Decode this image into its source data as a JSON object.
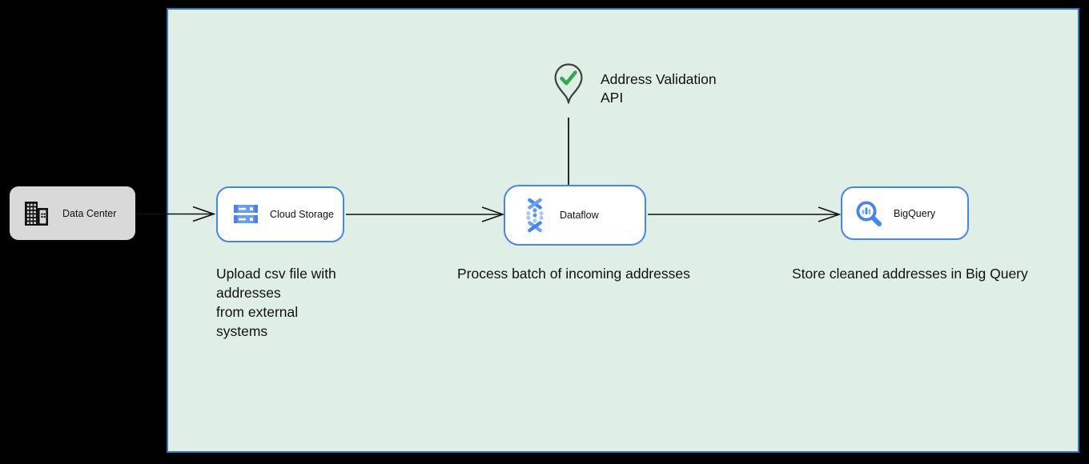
{
  "boundary": {
    "background": "#e0efe6",
    "border_color": "#3374bb"
  },
  "nodes": {
    "data_center": {
      "label": "Data Center",
      "icon": "building-icon",
      "background": "#d9d9d9"
    },
    "cloud_storage": {
      "label": "Cloud Storage",
      "icon": "cloud-storage-icon",
      "border_color": "#4285f4"
    },
    "dataflow": {
      "label": "Dataflow",
      "icon": "dataflow-icon",
      "border_color": "#4285f4"
    },
    "bigquery": {
      "label": "BigQuery",
      "icon": "bigquery-icon",
      "border_color": "#4285f4"
    }
  },
  "api_marker": {
    "label": "Address Validation\nAPI",
    "icon": "map-pin-check-icon",
    "check_color": "#34a853",
    "outline_color": "#3c4043"
  },
  "captions": {
    "upload": "Upload csv file with\naddresses\nfrom external\nsystems",
    "process": "Process batch of incoming addresses",
    "store": "Store cleaned addresses in Big Query"
  },
  "connections": [
    {
      "from": "data_center",
      "to": "cloud_storage",
      "arrowhead": true
    },
    {
      "from": "cloud_storage",
      "to": "dataflow",
      "arrowhead": true
    },
    {
      "from": "dataflow",
      "to": "bigquery",
      "arrowhead": true
    },
    {
      "from": "api_marker",
      "to": "dataflow",
      "arrowhead": false
    }
  ],
  "colors": {
    "google_blue": "#4285f4",
    "google_blue_light": "#8ab4f8",
    "line": "#111111",
    "text": "#111111"
  }
}
